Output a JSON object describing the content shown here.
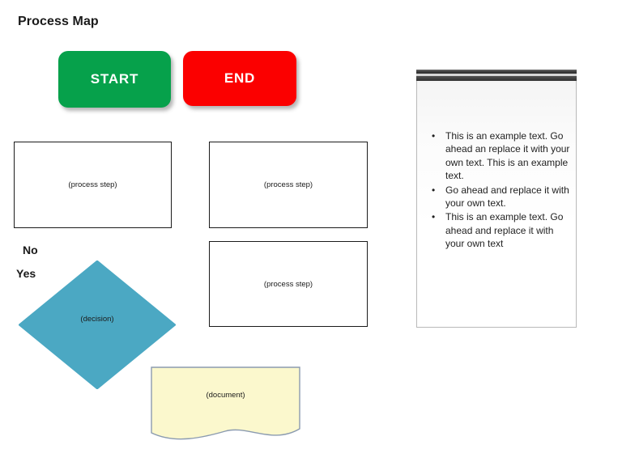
{
  "page": {
    "title": "Process Map",
    "background_color": "#ffffff"
  },
  "flowchart": {
    "terminators": [
      {
        "name": "start",
        "label": "START",
        "color": "#06a14b",
        "text_color": "#ffffff"
      },
      {
        "name": "end",
        "label": "END",
        "color": "#fb0000",
        "text_color": "#ffffff"
      }
    ],
    "process_steps": [
      {
        "label": "(process step)",
        "fill": "#ffffff",
        "border_color": "#1b1b1b"
      },
      {
        "label": "(process step)",
        "fill": "#ffffff",
        "border_color": "#1b1b1b"
      },
      {
        "label": "(process step)",
        "fill": "#ffffff",
        "border_color": "#1b1b1b"
      }
    ],
    "branch_labels": {
      "no": "No",
      "yes": "Yes"
    },
    "decision": {
      "label": "(decision)",
      "fill": "#4ba8c3",
      "stroke": "#4ba8c3"
    },
    "document": {
      "label": "(document)",
      "fill": "#fbf8cd",
      "stroke": "#8b9bb0"
    }
  },
  "notes_panel": {
    "header_color": "#3a3a3a",
    "border_color": "#b9b9b9",
    "bullets": [
      "This is an example text. Go ahead an replace it with your own text. This is an example text.",
      " Go ahead and replace it with your own text.",
      "This is an example text. Go ahead and replace it with your own text"
    ],
    "bullet_glyph": "•"
  }
}
